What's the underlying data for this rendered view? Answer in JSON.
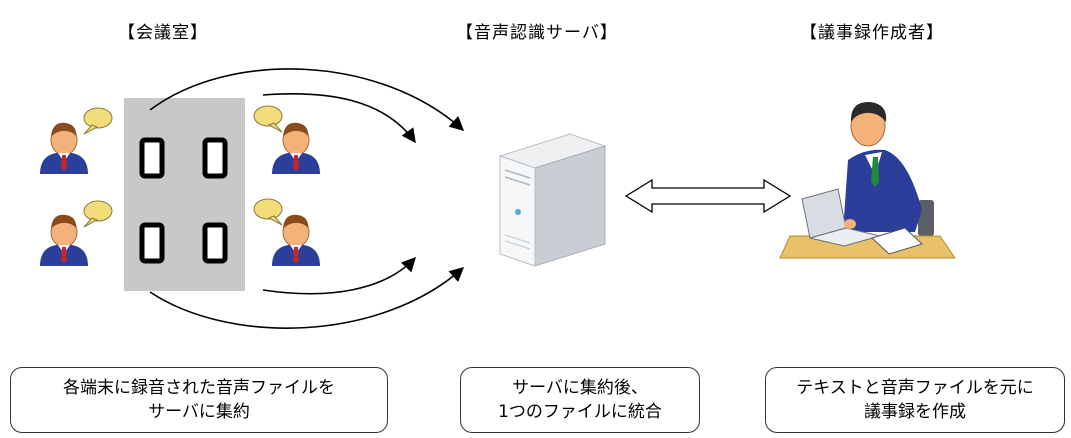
{
  "headings": {
    "meeting_room": "【会議室】",
    "server": "【音声認識サーバ】",
    "minutes_creator": "【議事録作成者】"
  },
  "captions": {
    "meeting_room": [
      "各端末に録音された音声ファイルを",
      "サーバに集約"
    ],
    "server": [
      "サーバに集約後、",
      "1つのファイルに統合"
    ],
    "minutes_creator": [
      "テキストと音声ファイルを元に",
      "議事録を作成"
    ]
  },
  "icons": [
    "person-speaking-icon",
    "smartphone-icon",
    "server-tower-icon",
    "double-arrow-icon",
    "person-at-laptop-icon"
  ],
  "colors": {
    "panel": "#c8c8c8",
    "suit": "#2b3f9a",
    "skin": "#f2b27a",
    "hair": "#8a4b1c",
    "bubble": "#f3dc7a",
    "desk": "#e9c16a"
  }
}
